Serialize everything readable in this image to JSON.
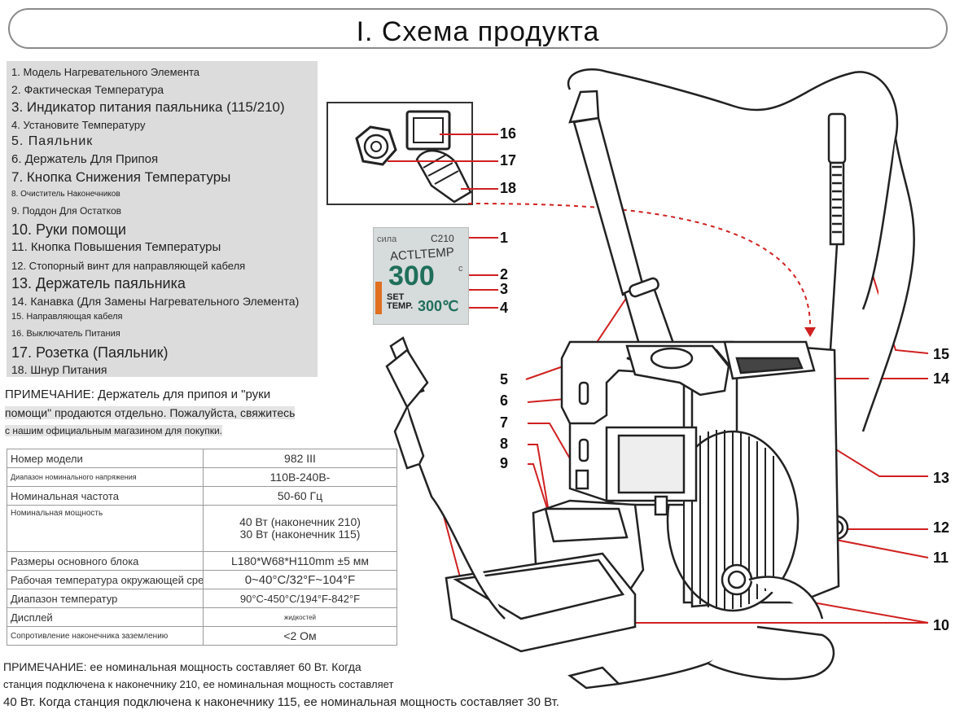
{
  "title": "I. Схема продукта",
  "legend": [
    "1. Модель Нагревательного Элемента",
    "2. Фактическая Температура",
    "3. Индикатор питания паяльника (115/210)",
    "4. Установите Температуру",
    "5. Паяльник",
    "6. Держатель Для Припоя",
    "7. Кнопка Снижения Температуры",
    "8. Очиститель Наконечников",
    "9. Поддон Для Остатков",
    "10. Руки помощи",
    "11. Кнопка Повышения Температуры",
    "12. Стопорный винт для направляющей кабеля",
    "13. Держатель паяльника",
    "14. Канавка (Для Замены Нагревательного Элемента)",
    "15. Направляющая кабеля",
    "16. Выключатель Питания",
    "17. Розетка (Паяльник)",
    "18. Шнур Питания"
  ],
  "note1": [
    "ПРИМЕЧАНИЕ: Держатель для припоя и \"руки",
    "помощи\" продаются отдельно. Пожалуйста, свяжитесь",
    "с нашим официальным магазином для покупки."
  ],
  "specs": [
    {
      "key": "Номер модели",
      "value": "982 III"
    },
    {
      "key": "Диапазон номинального напряжения",
      "value": "110В-240В-"
    },
    {
      "key": "Номинальная частота",
      "value": "50-60 Гц"
    },
    {
      "key": "Номинальная мощность",
      "value": "40 Вт (наконечник 210)",
      "value2": "30 Вт (наконечник 115)"
    },
    {
      "key": "Размеры основного блока",
      "value": "L180*W68*H110mm ±5 мм"
    },
    {
      "key": "Рабочая температура окружающей среды",
      "value": "0~40°C/32°F~104°F"
    },
    {
      "key": "Диапазон температур",
      "value": "90°C-450°C/194°F-842°F"
    },
    {
      "key": "Дисплей",
      "value": "жидкостей"
    },
    {
      "key": "Сопротивление наконечника заземлению",
      "value": "<2 Ом"
    }
  ],
  "note2": [
    "ПРИМЕЧАНИЕ: ее номинальная мощность составляет 60 Вт. Когда",
    "станция подключена к наконечнику 210, ее номинальная мощность составляет",
    "40 Вт. Когда станция подключена к наконечнику 115, ее номинальная мощность составляет 30 Вт."
  ],
  "lcd": {
    "power": "сила",
    "model": "C210",
    "actual_label": "ACTLTEMP",
    "actual_value": "300",
    "unit": "c",
    "set_label_1": "SET",
    "set_label_2": "TEMP.",
    "set_value": "300℃"
  },
  "callouts": [
    "1",
    "2",
    "3",
    "4",
    "5",
    "6",
    "7",
    "8",
    "9",
    "10",
    "11",
    "12",
    "13",
    "14",
    "15",
    "16",
    "17",
    "18"
  ],
  "colors": {
    "callout_line": "#d02020",
    "lcd_digits": "#1f6f5a",
    "legend_bg": "#dcdcdc"
  }
}
